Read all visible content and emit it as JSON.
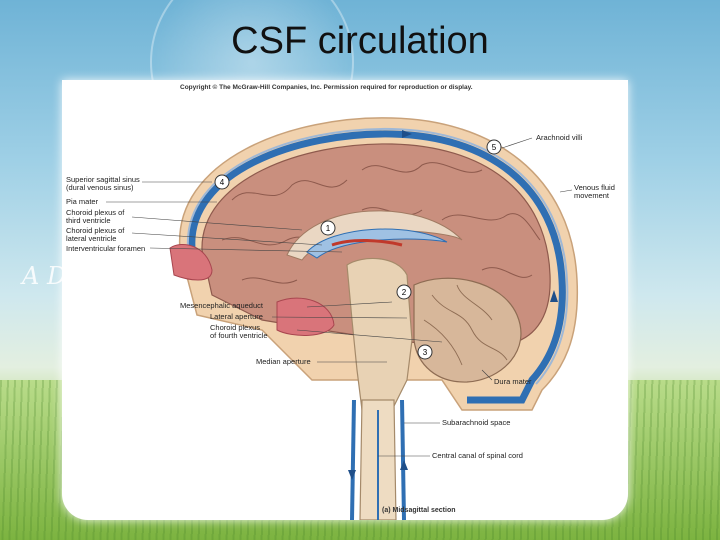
{
  "slide": {
    "title": "CSF circulation",
    "side_text": "A D"
  },
  "figure": {
    "copyright": "Copyright © The McGraw-Hill Companies, Inc. Permission required for reproduction or display.",
    "caption": "(a) Midsagittal section",
    "left_labels": [
      "Superior sagittal sinus",
      "(dural venous sinus)",
      "Pia mater",
      "Choroid plexus of",
      "third ventricle",
      "Choroid plexus of",
      "lateral ventricle",
      "Interventricular foramen"
    ],
    "mid_labels": [
      "Mesencephalic aqueduct",
      "Lateral aperture",
      "Choroid plexus",
      "of fourth ventricle",
      "Median aperture"
    ],
    "right_labels": [
      "Arachnoid villi",
      "Venous fluid",
      "movement",
      "Dura mater",
      "Subarachnoid space",
      "Central canal of spinal cord"
    ],
    "markers": [
      "1",
      "2",
      "3",
      "4",
      "5"
    ]
  },
  "colors": {
    "csf_blue": "#2f6fb3",
    "brain_tissue": "#c98f7e",
    "brainstem": "#e8d2b4",
    "cerebellum": "#d7b79a",
    "skull": "#f3d9b8"
  }
}
